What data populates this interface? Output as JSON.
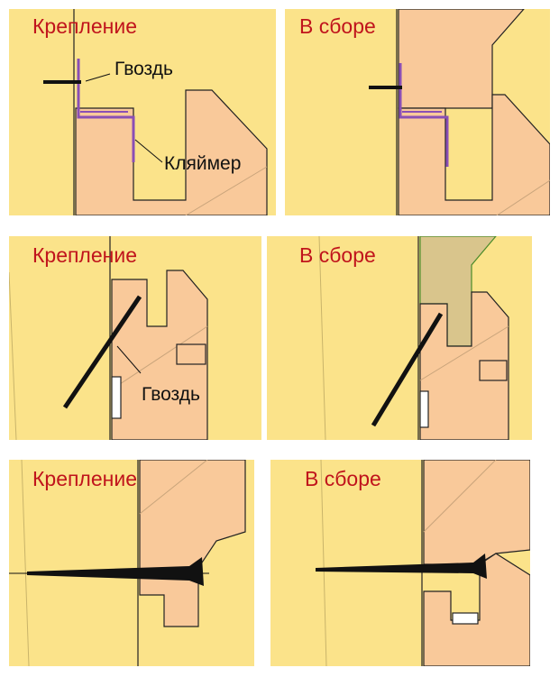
{
  "colors": {
    "wall": "#fbe38a",
    "board": "#f9c99a",
    "outline": "#222222",
    "klaymer": "#8a4fb5",
    "nail": "#111111",
    "title_red": "#c0141c",
    "upper_board_green_tint": "#d9c58c"
  },
  "panels": [
    {
      "title": "Крепление",
      "labels": {
        "nail": "Гвоздь",
        "klaymer": "Кляймер"
      }
    },
    {
      "title": "В сборе"
    },
    {
      "title": "Крепление",
      "labels": {
        "nail": "Гвоздь"
      }
    },
    {
      "title": "В сборе"
    },
    {
      "title": "Крепление"
    },
    {
      "title": "В сборе"
    }
  ]
}
